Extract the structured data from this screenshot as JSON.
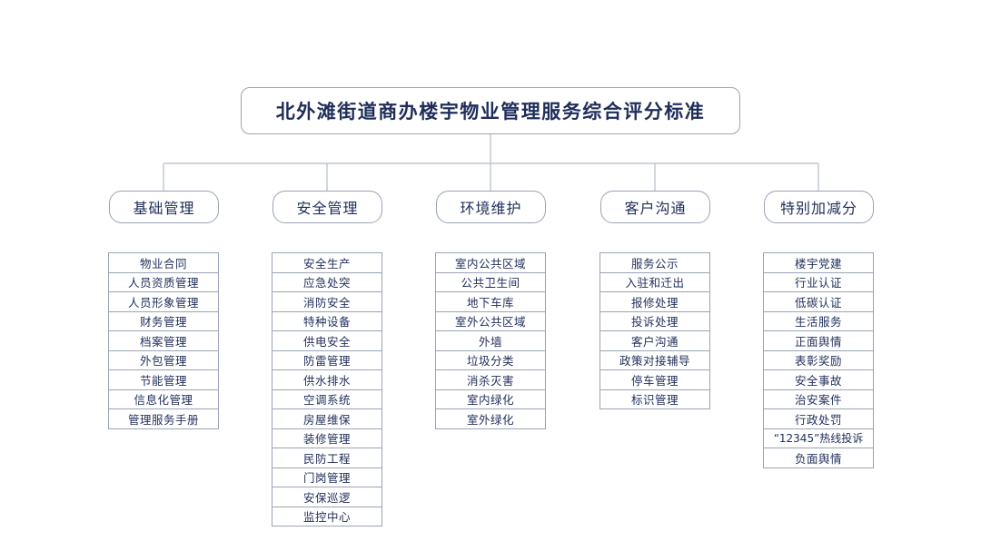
{
  "title": "北外滩街道商办楼宇物业管理服务综合评分标准",
  "categories": [
    {
      "name": "基础管理",
      "items": [
        "物业合同",
        "人员资质管理",
        "人员形象管理",
        "财务管理",
        "档案管理",
        "外包管理",
        "节能管理",
        "信息化管理",
        "管理服务手册"
      ]
    },
    {
      "name": "安全管理",
      "items": [
        "安全生产",
        "应急处突",
        "消防安全",
        "特种设备",
        "供电安全",
        "防雷管理",
        "供水排水",
        "空调系统",
        "房屋维保",
        "装修管理",
        "民防工程",
        "门岗管理",
        "安保巡逻",
        "监控中心"
      ]
    },
    {
      "name": "环境维护",
      "items": [
        "室内公共区域",
        "公共卫生间",
        "地下车库",
        "室外公共区域",
        "外墙",
        "垃圾分类",
        "消杀灭害",
        "室内绿化",
        "室外绿化"
      ]
    },
    {
      "name": "客户沟通",
      "items": [
        "服务公示",
        "入驻和迁出",
        "报修处理",
        "投诉处理",
        "客户沟通",
        "政策对接辅导",
        "停车管理",
        "标识管理"
      ]
    },
    {
      "name": "特别加减分",
      "items": [
        "楼宇党建",
        "行业认证",
        "低碳认证",
        "生活服务",
        "正面舆情",
        "表彰奖励",
        "安全事故",
        "治安案件",
        "行政处罚",
        "“12345”热线投诉",
        "负面舆情"
      ]
    }
  ],
  "colors": {
    "text": "#1f2d5a",
    "border": "#9aa3b5",
    "line": "#b5bcc8"
  }
}
